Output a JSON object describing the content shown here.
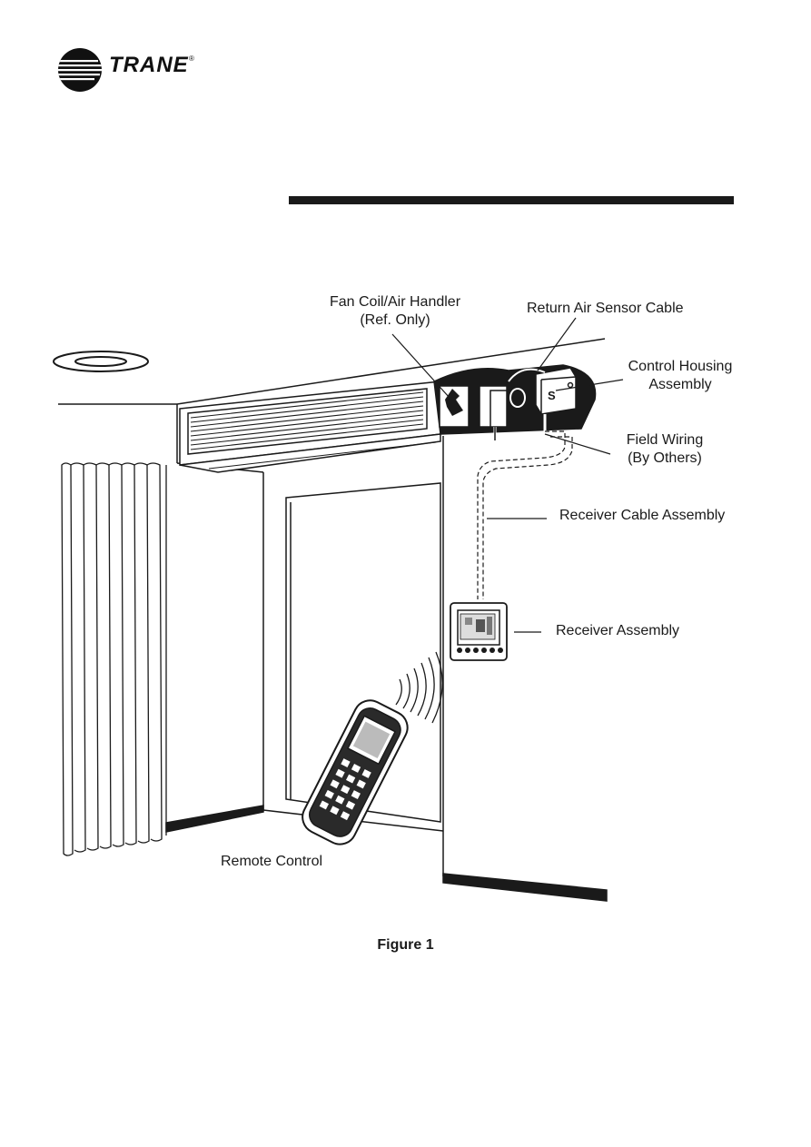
{
  "header": {
    "brand": "TRANE",
    "registered_mark": "®"
  },
  "figure": {
    "labels": {
      "fan_coil_line1": "Fan Coil/Air Handler",
      "fan_coil_line2": "(Ref. Only)",
      "return_air_sensor_cable": "Return Air Sensor Cable",
      "control_housing_line1": "Control Housing",
      "control_housing_line2": "Assembly",
      "field_wiring_line1": "Field Wiring",
      "field_wiring_line2": "(By Others)",
      "receiver_cable_assembly": "Receiver Cable Assembly",
      "receiver_assembly": "Receiver Assembly",
      "remote_control": "Remote Control",
      "sensor_letter": "S"
    },
    "caption": "Figure 1"
  },
  "icons": {
    "logo": "trane-circle-logo-icon"
  }
}
